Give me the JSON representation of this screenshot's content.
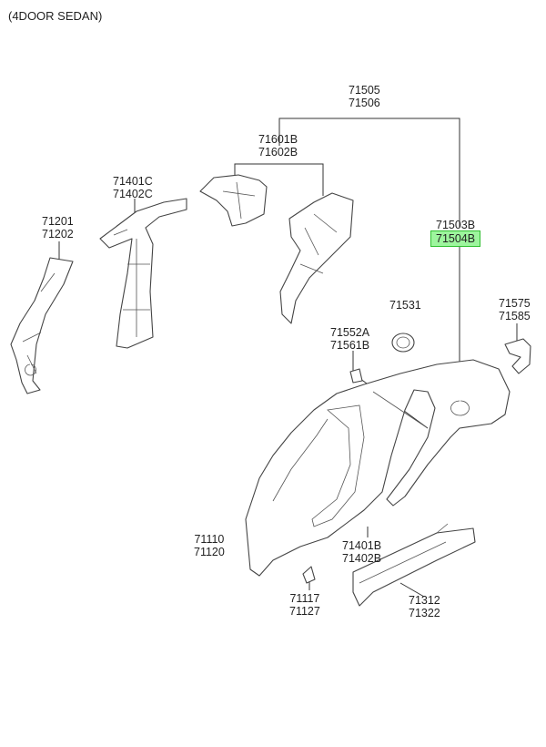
{
  "title": "(4DOOR SEDAN)",
  "highlight_color": "#9df59d",
  "callouts": [
    {
      "id": "c71505",
      "lines": [
        "71505",
        "71506"
      ]
    },
    {
      "id": "c71601",
      "lines": [
        "71601B",
        "71602B"
      ]
    },
    {
      "id": "c71401c",
      "lines": [
        "71401C",
        "71402C"
      ]
    },
    {
      "id": "c71201",
      "lines": [
        "71201",
        "71202"
      ]
    },
    {
      "id": "c71503",
      "lines": [
        "71503B",
        "71504B"
      ],
      "highlighted_line": 1
    },
    {
      "id": "c71531",
      "lines": [
        "71531"
      ]
    },
    {
      "id": "c71575",
      "lines": [
        "71575",
        "71585"
      ]
    },
    {
      "id": "c71552",
      "lines": [
        "71552A",
        "71561B"
      ]
    },
    {
      "id": "c71110",
      "lines": [
        "71110",
        "71120"
      ]
    },
    {
      "id": "c71401b",
      "lines": [
        "71401B",
        "71402B"
      ]
    },
    {
      "id": "c71117",
      "lines": [
        "71117",
        "71127"
      ]
    },
    {
      "id": "c71312",
      "lines": [
        "71312",
        "71322"
      ]
    }
  ]
}
